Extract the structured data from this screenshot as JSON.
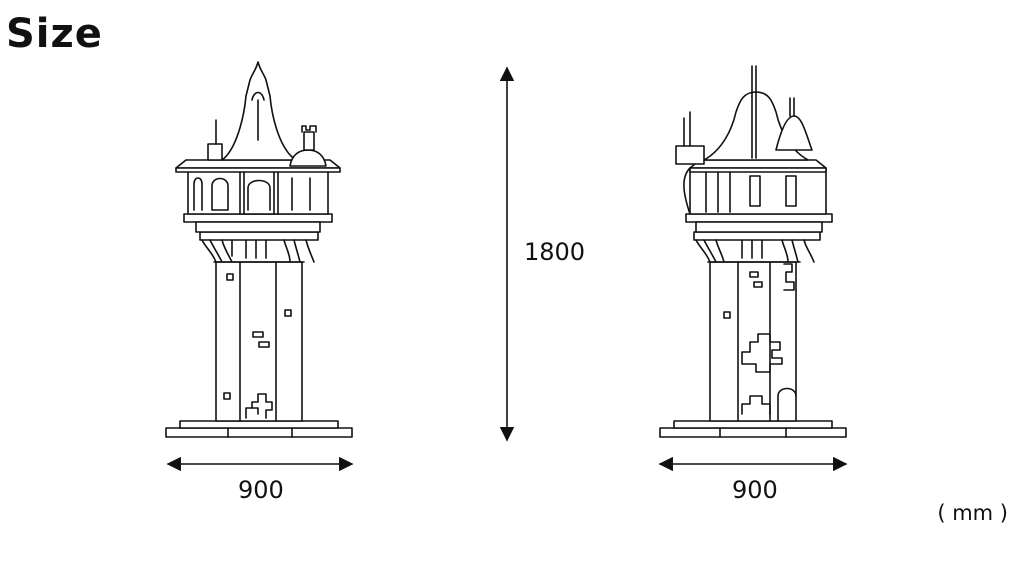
{
  "page": {
    "title": "Size",
    "unit_label": "( mm )"
  },
  "dimensions": {
    "front_width": "900",
    "height": "1800",
    "side_width": "900"
  },
  "colors": {
    "line": "#111111",
    "background": "#ffffff"
  }
}
